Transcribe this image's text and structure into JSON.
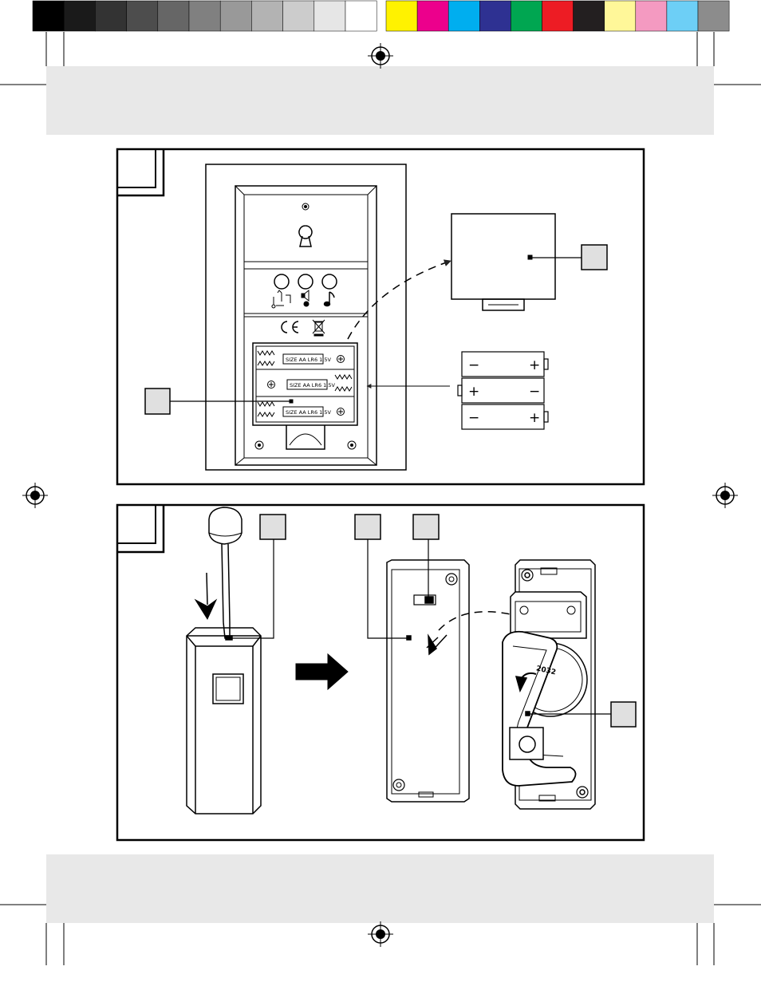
{
  "color_bar": {
    "grays": [
      "#000000",
      "#1a1a1a",
      "#333333",
      "#4d4d4d",
      "#666666",
      "#808080",
      "#999999",
      "#b3b3b3",
      "#cccccc",
      "#e6e6e6",
      "#ffffff"
    ],
    "colors": [
      "#fff200",
      "#ec008c",
      "#00aeef",
      "#2e3192",
      "#00a651",
      "#ed1c24",
      "#231f20",
      "#fff799",
      "#f49ac1",
      "#6dcff6",
      "#8c8c8c"
    ]
  },
  "header_band_color": "#e8e8e8",
  "footer_band_color": "#e8e8e8",
  "battery_labels": [
    "SIZE AA LR6 1.5V",
    "SIZE AA LR6 1.5V",
    "SIZE AA LR6 1.5V"
  ],
  "battery_polarity": {
    "minus": "−",
    "plus": "+"
  },
  "coin_cell_text": "2032",
  "icons": [
    "registration-mark-icon",
    "keyhole-icon",
    "melody-icon",
    "volume-icon",
    "note-icon",
    "ce-mark-icon",
    "weee-bin-icon",
    "screwdriver-icon",
    "push-arrow-icon",
    "rotate-arrow-icon"
  ]
}
